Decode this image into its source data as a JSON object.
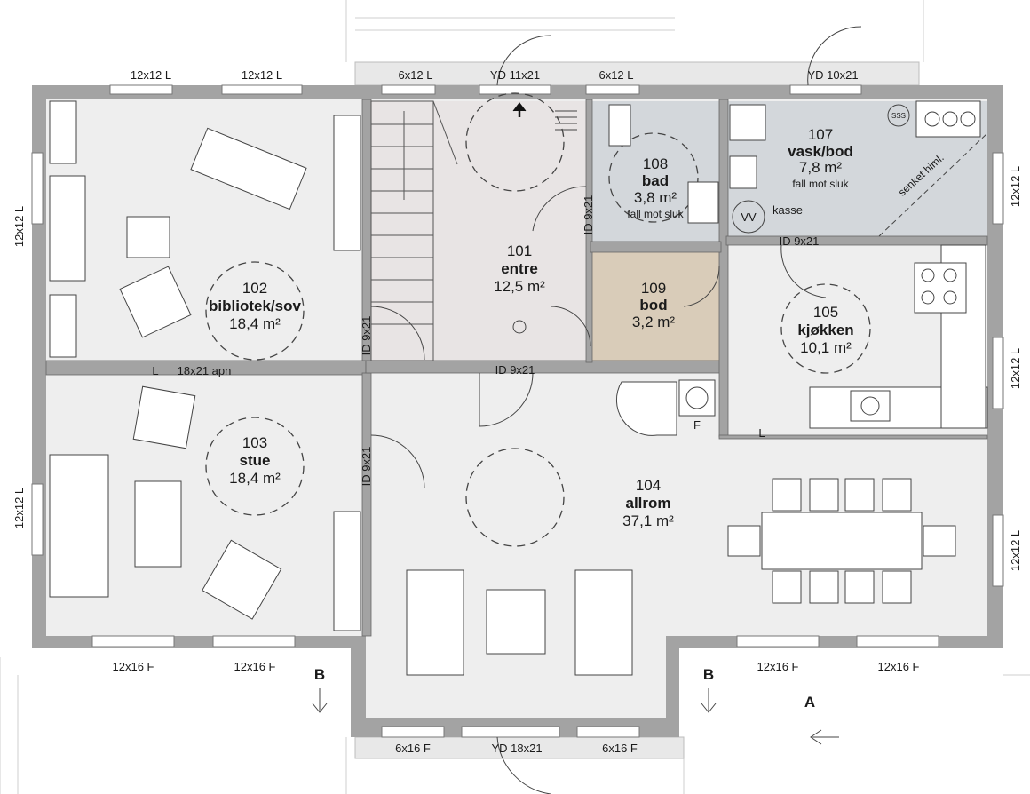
{
  "rooms": [
    {
      "number": "101",
      "name": "entre",
      "area": "12,5 m²",
      "note": ""
    },
    {
      "number": "102",
      "name": "bibliotek/sov",
      "area": "18,4 m²",
      "note": ""
    },
    {
      "number": "103",
      "name": "stue",
      "area": "18,4 m²",
      "note": ""
    },
    {
      "number": "104",
      "name": "allrom",
      "area": "37,1 m²",
      "note": ""
    },
    {
      "number": "105",
      "name": "kjøkken",
      "area": "10,1 m²",
      "note": ""
    },
    {
      "number": "107",
      "name": "vask/bod",
      "area": "7,8 m²",
      "note": "fall mot sluk"
    },
    {
      "number": "108",
      "name": "bad",
      "area": "3,8 m²",
      "note": "fall mot sluk"
    },
    {
      "number": "109",
      "name": "bod",
      "area": "3,2 m²",
      "note": ""
    }
  ],
  "openings": {
    "top": [
      "12x12 L",
      "12x12 L",
      "6x12 L",
      "YD 11x21",
      "6x12 L",
      "YD 10x21"
    ],
    "bottom": [
      "12x16 F",
      "12x16 F",
      "6x16 F",
      "YD 18x21",
      "6x16 F",
      "12x16 F",
      "12x16 F"
    ],
    "left": [
      "12x12 L",
      "12x12 L"
    ],
    "right": [
      "12x12 L",
      "12x12 L",
      "12x12 L"
    ],
    "interior": [
      "18x21 apn",
      "ID 9x21",
      "ID 9x21",
      "ID 9x21",
      "ID 9x21",
      "ID 9x21"
    ]
  },
  "annotations": {
    "ceiling": "senket himl.",
    "kasse": "kasse",
    "vv": "VV",
    "sss": "SSS",
    "f": "F",
    "l1": "L",
    "l2": "L",
    "section_b_left": "B",
    "section_b_right": "B",
    "section_a": "A"
  },
  "colors": {
    "wall": "#a3a3a3",
    "floor": "#eeeeee",
    "wet": "#d3d7db",
    "bod": "#d9ccb9",
    "entre": "#e8e4e4"
  }
}
